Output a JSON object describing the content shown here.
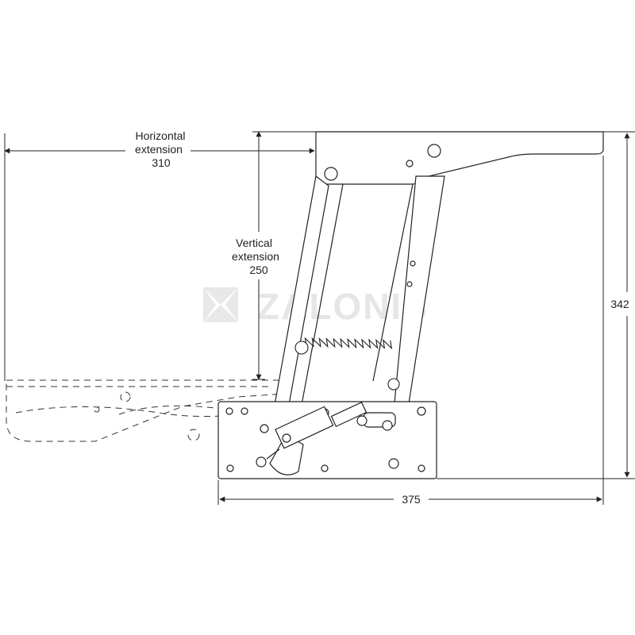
{
  "dimensions": {
    "horizontal": {
      "line1": "Horizontal",
      "line2": "extension",
      "value": "310"
    },
    "vertical": {
      "line1": "Vertical",
      "line2": "extension",
      "value": "250"
    },
    "height": {
      "value": "342"
    },
    "width": {
      "value": "375"
    }
  },
  "watermark": {
    "text": "ZALONIS"
  }
}
